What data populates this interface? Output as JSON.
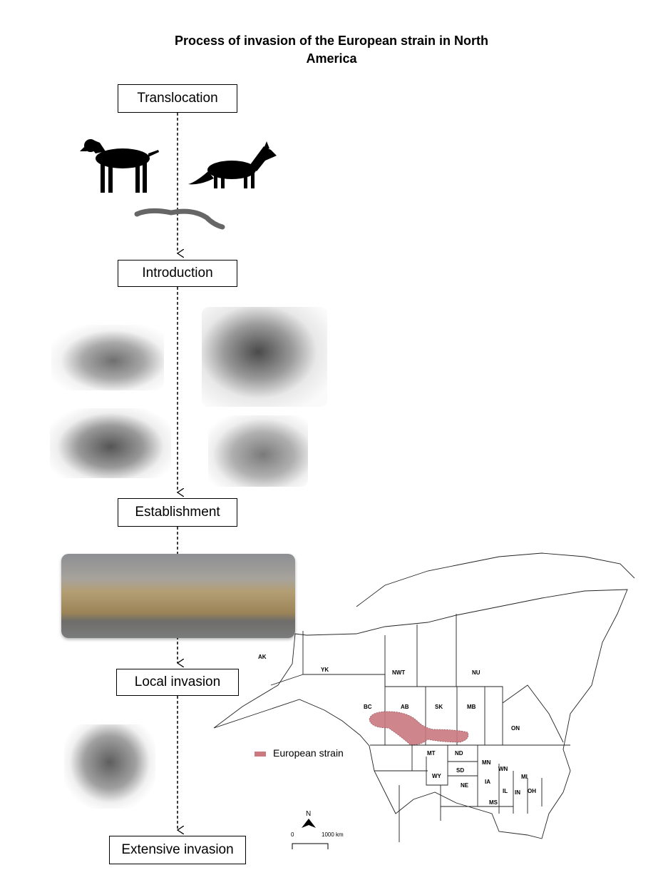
{
  "title": {
    "line1": "Process of invasion of the European strain in North",
    "line2": "America"
  },
  "stages": [
    "Translocation",
    "Introduction",
    "Establishment",
    "Local invasion",
    "Extensive invasion"
  ],
  "map": {
    "labels": [
      "AK",
      "YK",
      "NWT",
      "NU",
      "BC",
      "AB",
      "SK",
      "MB",
      "ON",
      "MT",
      "ND",
      "MN",
      "WN",
      "SD",
      "WY",
      "NE",
      "IA",
      "MI",
      "IL",
      "IN",
      "OH",
      "MS"
    ],
    "legend": "European strain",
    "strain_color": "#c9797f",
    "north": "N",
    "scale_start": "0",
    "scale_end": "1000 km"
  }
}
